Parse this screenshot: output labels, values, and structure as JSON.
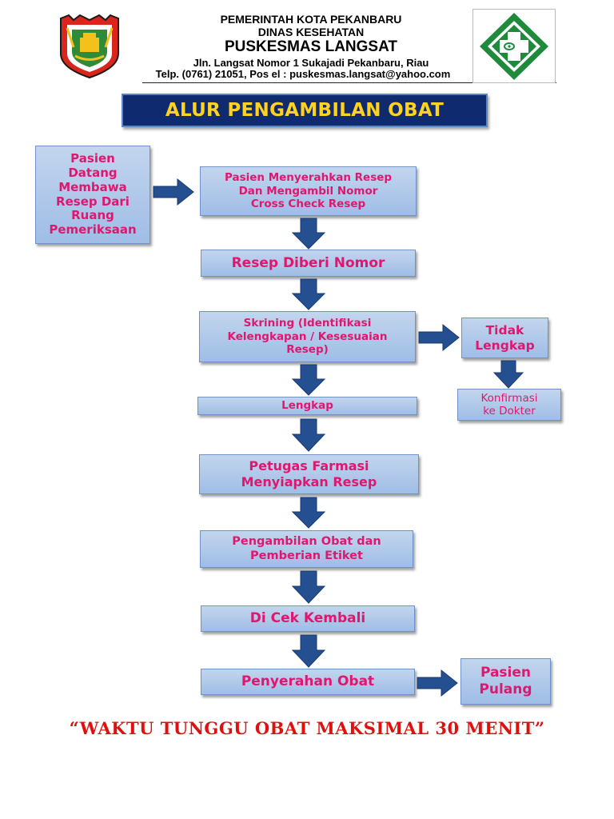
{
  "header": {
    "line1": "PEMERINTAH KOTA PEKANBARU",
    "line2": "DINAS KESEHATAN",
    "line3": "PUSKESMAS LANGSAT",
    "line4": "Jln. Langsat Nomor 1 Sukajadi Pekanbaru, Riau",
    "line5": "Telp. (0761) 21051, Pos el : puskesmas.langsat@yahoo.com"
  },
  "title": "ALUR PENGAMBILAN OBAT",
  "steps": {
    "start": "Pasien\nDatang\nMembawa\nResep Dari\nRuang\nPemeriksaan",
    "s1": "Pasien Menyerahkan Resep\nDan Mengambil  Nomor\nCross Check Resep",
    "s2": "Resep Diberi Nomor",
    "s3": "Skrining (Identifikasi\nKelengkapan / Kesesuaian\nResep)",
    "s4": "Lengkap",
    "s5": "Petugas Farmasi\nMenyiapkan Resep",
    "s6": "Pengambilan Obat dan\nPemberian Etiket",
    "s7": "Di Cek Kembali",
    "s8": "Penyerahan Obat",
    "side1": "Tidak\nLengkap",
    "side2": "Konfirmasi\nke Dokter",
    "end": "Pasien\nPulang"
  },
  "footer": "“WAKTU TUNGGU OBAT MAKSIMAL 30 MENIT”",
  "colors": {
    "box_text": "#e0176f",
    "box_fill": "#a9c4e9",
    "arrow": "#244f91",
    "banner_bg": "#0f2a6e",
    "banner_text": "#ffd21f",
    "footer_text": "#e01010"
  },
  "icons": {
    "left_logo": "city-coat-of-arms-icon",
    "right_logo": "puskesmas-logo-icon"
  }
}
